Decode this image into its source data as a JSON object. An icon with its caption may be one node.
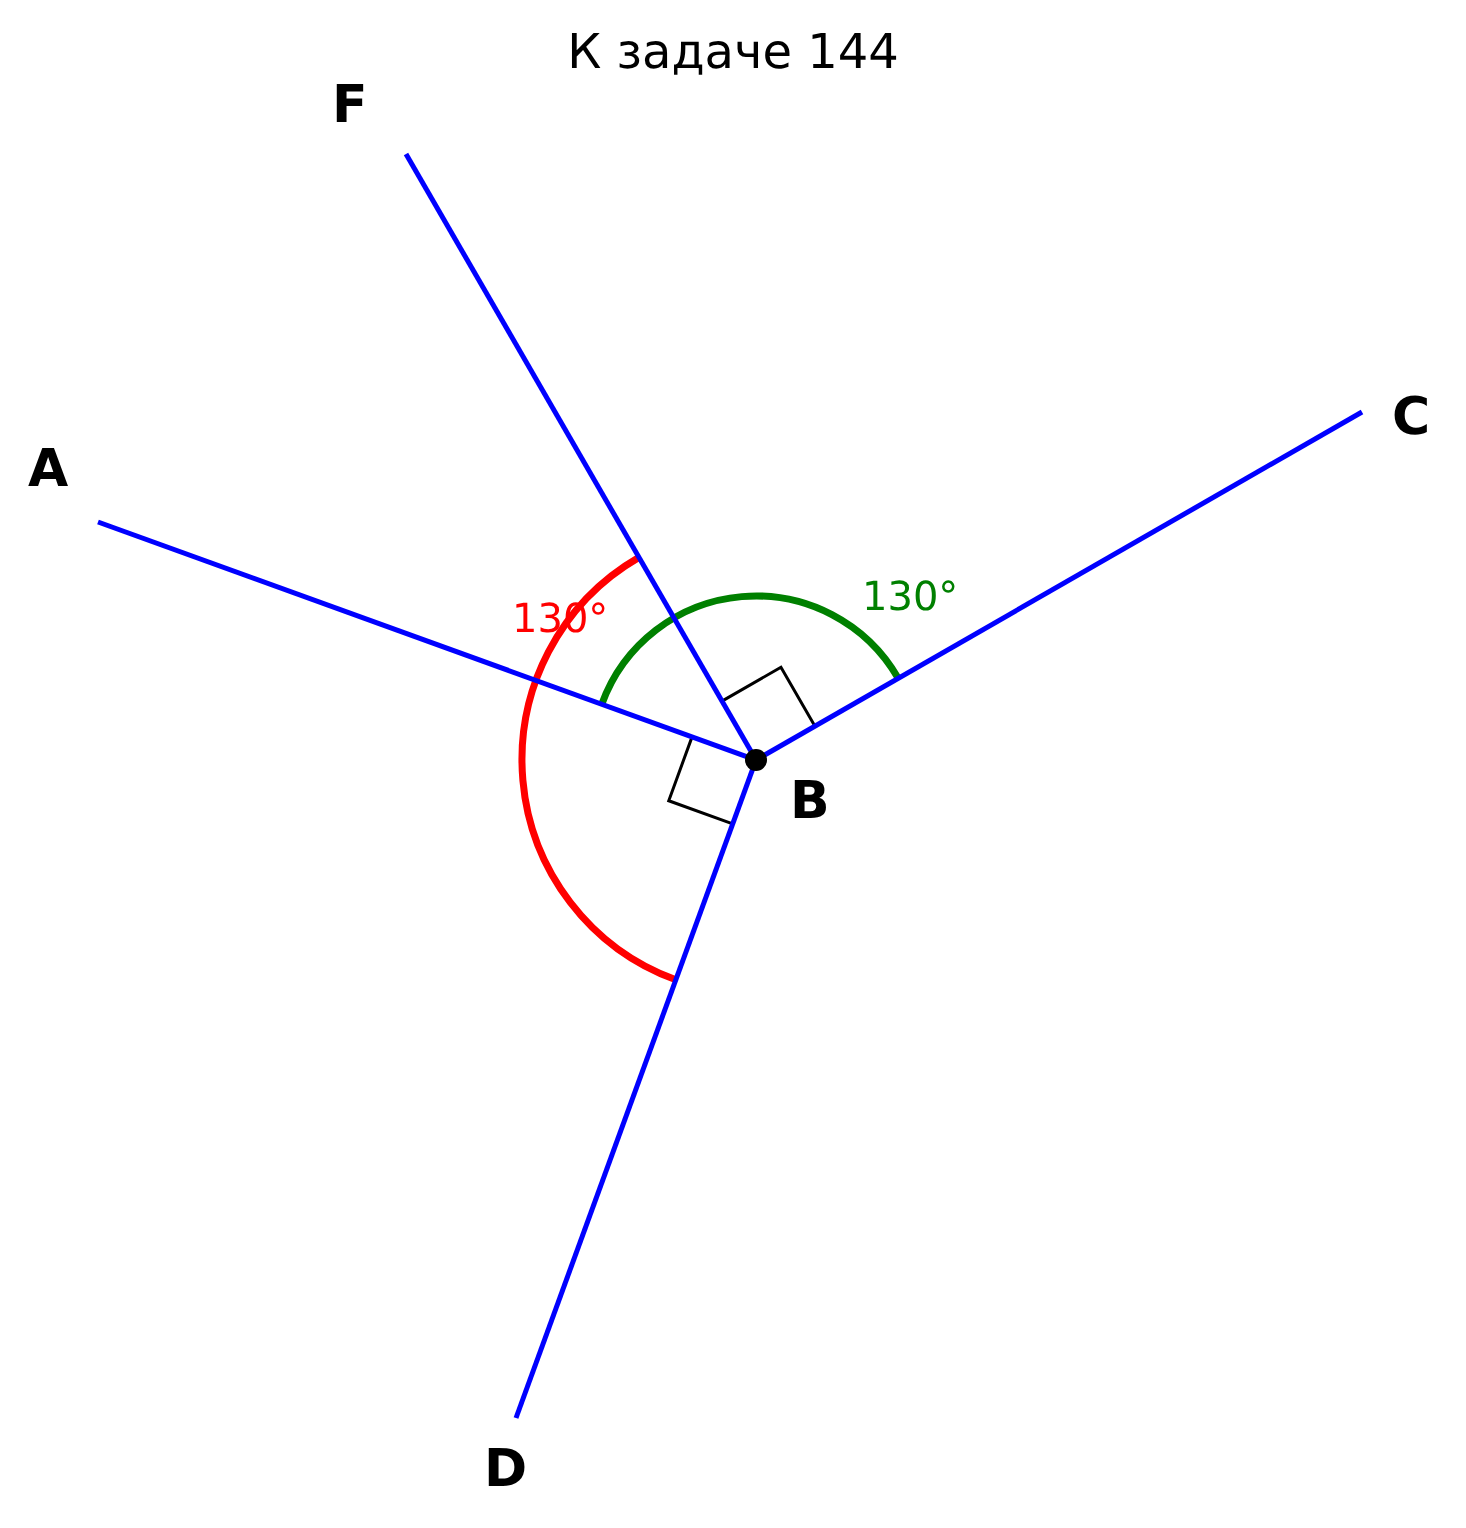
{
  "diagram": {
    "title": "К задаче 144",
    "nodes": [
      {
        "text": [
          "F"
        ]
      },
      {
        "text": [
          "A"
        ]
      },
      {
        "text": [
          "C"
        ]
      },
      {
        "text": [
          "B"
        ]
      },
      {
        "text": [
          "D"
        ]
      }
    ],
    "edges": [
      {
        "from": 3,
        "to": 1,
        "arrow": "none"
      },
      {
        "from": 3,
        "to": 0,
        "arrow": "none"
      },
      {
        "from": 3,
        "to": 2,
        "arrow": "none"
      },
      {
        "from": 3,
        "to": 4,
        "arrow": "none"
      }
    ],
    "labels": [
      "130°",
      "130°"
    ]
  }
}
